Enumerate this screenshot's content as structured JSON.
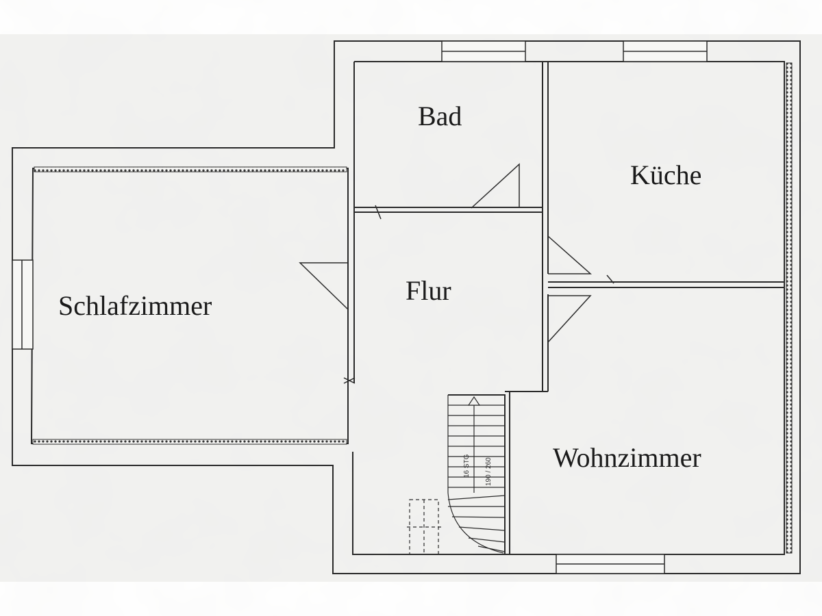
{
  "rooms": {
    "bad": "Bad",
    "kueche": "Küche",
    "flur": "Flur",
    "schlafzimmer": "Schlafzimmer",
    "wohnzimmer": "Wohnzimmer"
  },
  "stair": {
    "count": "16 STG",
    "dims": "190 / 260"
  },
  "colors": {
    "paper": "#f1f1ef",
    "line": "#2a2a2a",
    "page": "#ffffff"
  }
}
